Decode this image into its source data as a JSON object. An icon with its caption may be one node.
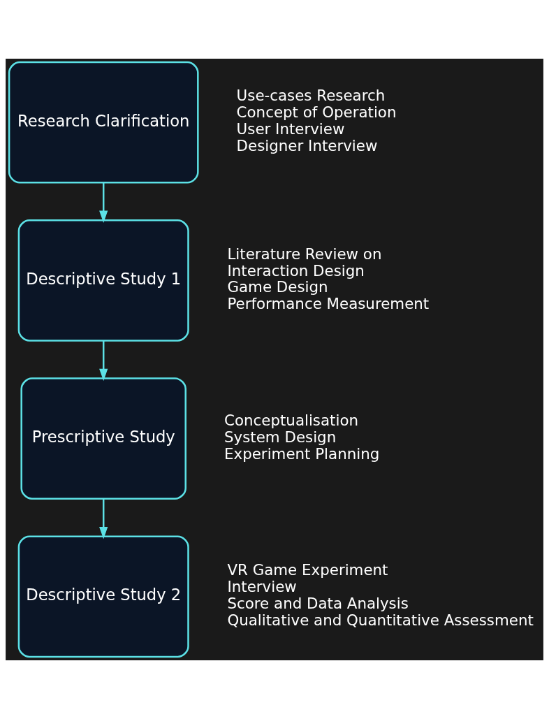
{
  "diagram": {
    "nodes": [
      {
        "text": [
          "Research Clarification"
        ],
        "beside": [
          "Use-cases Research",
          "Concept of Operation",
          "User Interview",
          "Designer Interview"
        ]
      },
      {
        "text": [
          "Descriptive Study 1"
        ],
        "beside": [
          "Literature Review on",
          "Interaction Design",
          "Game Design",
          "Performance Measurement"
        ]
      },
      {
        "text": [
          "Prescriptive Study"
        ],
        "beside": [
          "Conceptualisation",
          "System Design",
          "Experiment Planning"
        ]
      },
      {
        "text": [
          "Descriptive Study 2"
        ],
        "beside": [
          "VR Game Experiment",
          "Interview",
          "Score and Data Analysis",
          "Qualitative and Quantitative Assessment"
        ]
      }
    ],
    "edges": [
      {
        "from": 0,
        "to": 1,
        "arrow": "to"
      },
      {
        "from": 1,
        "to": 2,
        "arrow": "to"
      },
      {
        "from": 2,
        "to": 3,
        "arrow": "to"
      }
    ]
  }
}
